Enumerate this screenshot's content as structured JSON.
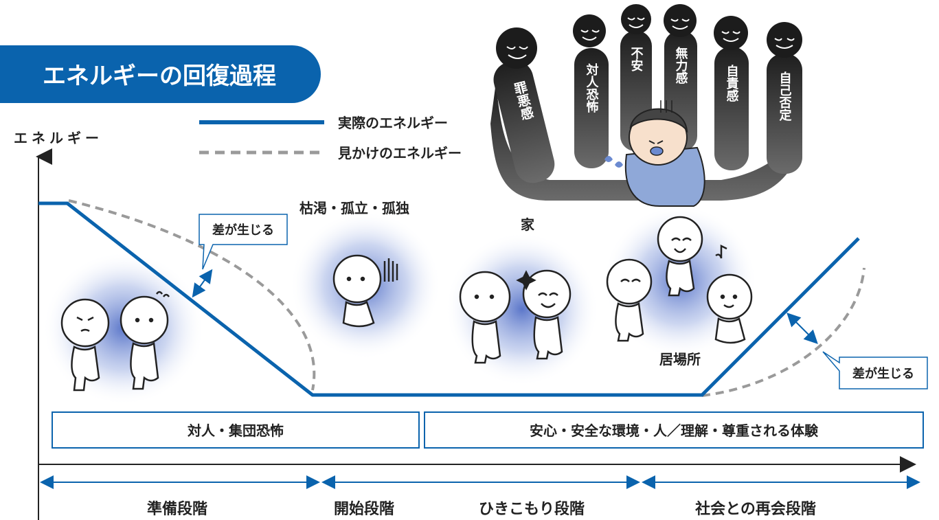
{
  "title": "エネルギーの回復過程",
  "y_axis_label": "エネルギー",
  "legend": {
    "actual": "実際のエネルギー",
    "apparent": "見かけのエネルギー"
  },
  "colors": {
    "accent_blue": "#0a63ad",
    "dashed_gray": "#9a9a9a",
    "shadow_dark": "#2b2b2b",
    "figure_blue": "#8fa8d8"
  },
  "shadow_labels": [
    "罪悪感",
    "対人恐怖",
    "不安",
    "無力感",
    "自責感",
    "自己否定"
  ],
  "gap_callouts": {
    "left": "差が生じる",
    "right": "差が生じる"
  },
  "scene_labels": {
    "exhaustion": "枯渇・孤立・孤独",
    "home": "家",
    "ibasho": "居場所"
  },
  "boxes": {
    "fear": "対人・集団恐怖",
    "safety": "安心・安全な環境・人／理解・尊重される体験"
  },
  "stages": [
    "準備段階",
    "開始段階",
    "ひきこもり段階",
    "社会との再会段階"
  ]
}
